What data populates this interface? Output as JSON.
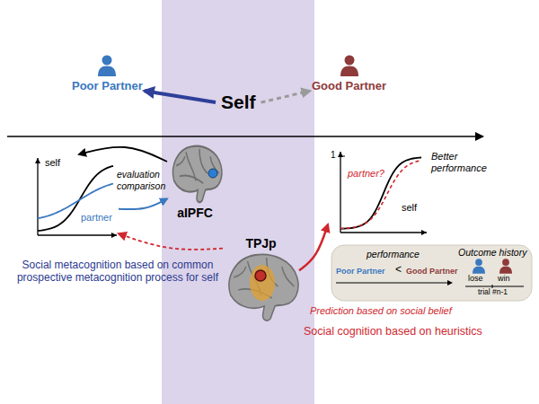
{
  "diagram": {
    "nodes": [
      {
        "text": [
          "Poor Partner"
        ]
      },
      {
        "text": [
          "Self"
        ]
      },
      {
        "text": [
          "Good Partner"
        ]
      },
      {
        "text": [
          "self",
          "partner"
        ]
      },
      {
        "text": [
          "aIPFC"
        ]
      },
      {
        "text": [
          "TPJp"
        ]
      },
      {
        "text": [
          "1",
          "self",
          "partner?"
        ]
      },
      {
        "text": [
          "performance",
          "Poor Partner",
          "<",
          "Good Partner",
          "Outcome history",
          "lose",
          "win",
          "trial #n-1"
        ]
      }
    ],
    "edges": [
      {
        "from": 1,
        "to": 0,
        "arrow": "to"
      },
      {
        "from": 1,
        "to": 2,
        "arrow": "to"
      },
      {
        "from": 4,
        "to": 3,
        "arrow": "to"
      },
      {
        "from": 3,
        "to": 4,
        "arrow": "to"
      },
      {
        "from": 5,
        "to": 6,
        "arrow": "to"
      },
      {
        "from": 5,
        "to": 3,
        "arrow": "to"
      }
    ],
    "labels": [
      "evaluation comparison",
      "Better performance",
      "Prediction based on social belief",
      "Social metacognition based on common prospective metacognition process for self",
      "Social cognition based on heuristics"
    ]
  }
}
